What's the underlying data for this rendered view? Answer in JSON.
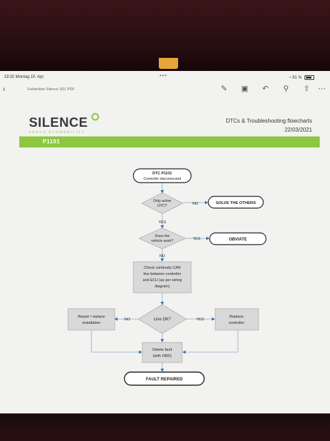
{
  "status_bar": {
    "time_date": "19:32  Montag 10. Apr.",
    "dots": "•••",
    "battery": "81 %"
  },
  "toolbar": {
    "back_icon": "chevron-left-icon",
    "document_title": "Fehlerliste Silence S01  PDF",
    "icons": [
      "markup-icon",
      "scan-icon",
      "undo-icon",
      "search-icon",
      "share-icon",
      "more-icon"
    ]
  },
  "document": {
    "brand": "SILENCE",
    "tagline": "URBAN ECOMOBILITY",
    "heading": "DTCs & Troubleshooting flowcharts",
    "date": "22/03/2021",
    "code": "P1101"
  },
  "flowchart": {
    "start": {
      "line1": "DTC P1101",
      "line2": "Controller disconnected"
    },
    "decision1": {
      "line1": "Only active",
      "line2": "DTC?"
    },
    "no1": "NO",
    "solve_others": "SOLVE THE OTHERS",
    "yes1": "YES",
    "decision2": {
      "line1": "Does the",
      "line2": "vehicle work?"
    },
    "yes2": "YES",
    "obviate": "OBVIATE",
    "no2": "NO",
    "check": {
      "line1": "Check continuity CAN",
      "line2": "line between controller",
      "line3": "and ECU (as per wiring",
      "line4": "diagram)"
    },
    "decision3": "Line OK?",
    "no3": "NO",
    "repair": {
      "line1": "Repair / replace",
      "line2": "installation"
    },
    "yes3": "YES",
    "replace": {
      "line1": "Replace",
      "line2": "controller"
    },
    "delete": {
      "line1": "Delete fault",
      "line2": "(with OBD)"
    },
    "end": "FAULT REPAIRED"
  },
  "colors": {
    "accent_green": "#8dc63f",
    "box_fill": "#d9d9d9",
    "arrow": "#2f6db5"
  }
}
